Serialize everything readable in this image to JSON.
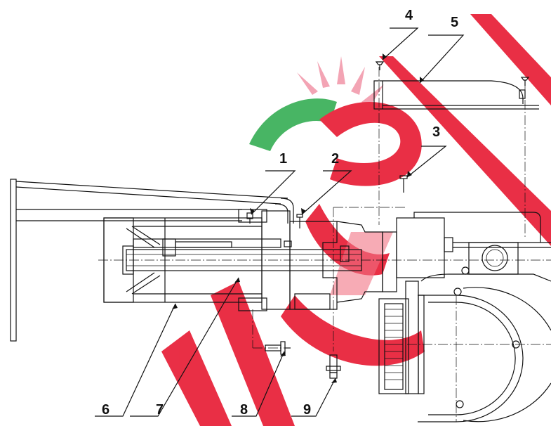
{
  "diagram": {
    "callouts": [
      {
        "id": "1",
        "label": "1"
      },
      {
        "id": "2",
        "label": "2"
      },
      {
        "id": "3",
        "label": "3"
      },
      {
        "id": "4",
        "label": "4"
      },
      {
        "id": "5",
        "label": "5"
      },
      {
        "id": "6",
        "label": "6"
      },
      {
        "id": "7",
        "label": "7"
      },
      {
        "id": "8",
        "label": "8"
      },
      {
        "id": "9",
        "label": "9"
      }
    ]
  },
  "colors": {
    "line": "#111111",
    "watermark_red": "#e8243c",
    "watermark_green": "#2aa84a"
  }
}
